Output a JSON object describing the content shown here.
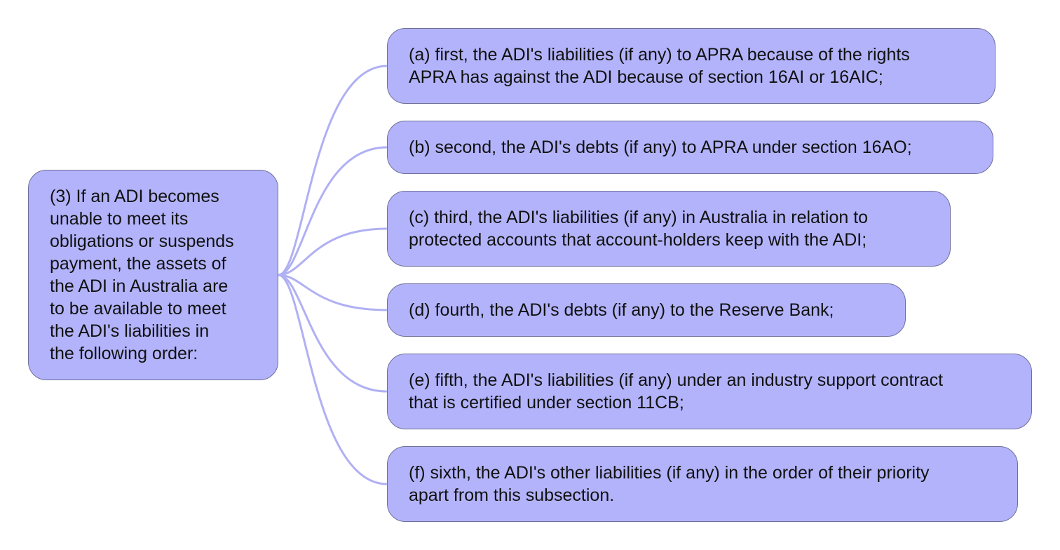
{
  "root": {
    "text_lines": [
      "(3) If an ADI becomes",
      "unable to meet its",
      "obligations or suspends",
      "payment, the assets of",
      "the ADI in Australia are",
      "to be available to meet",
      "the ADI's liabilities in",
      "the following order:"
    ]
  },
  "children": [
    {
      "lines": [
        "(a) first, the ADI's liabilities (if any) to APRA because of the rights",
        "APRA has against the ADI because of section 16AI or 16AIC;"
      ]
    },
    {
      "lines": [
        "(b) second, the ADI's debts (if any) to APRA under section 16AO;"
      ]
    },
    {
      "lines": [
        "(c) third, the ADI's liabilities (if any) in Australia in relation to",
        "protected accounts that account-holders keep with the ADI;"
      ]
    },
    {
      "lines": [
        "(d) fourth, the ADI's debts (if any) to the Reserve Bank;"
      ]
    },
    {
      "lines": [
        "(e) fifth, the ADI's liabilities (if any) under an industry support contract",
        "that is certified under section 11CB;"
      ]
    },
    {
      "lines": [
        "(f) sixth, the ADI's other liabilities (if any) in the order of their priority",
        "apart from this subsection."
      ]
    }
  ],
  "colors": {
    "node_fill": "#b3b3fb",
    "link": "#b0b0f4",
    "border": "#6f6f9a"
  }
}
